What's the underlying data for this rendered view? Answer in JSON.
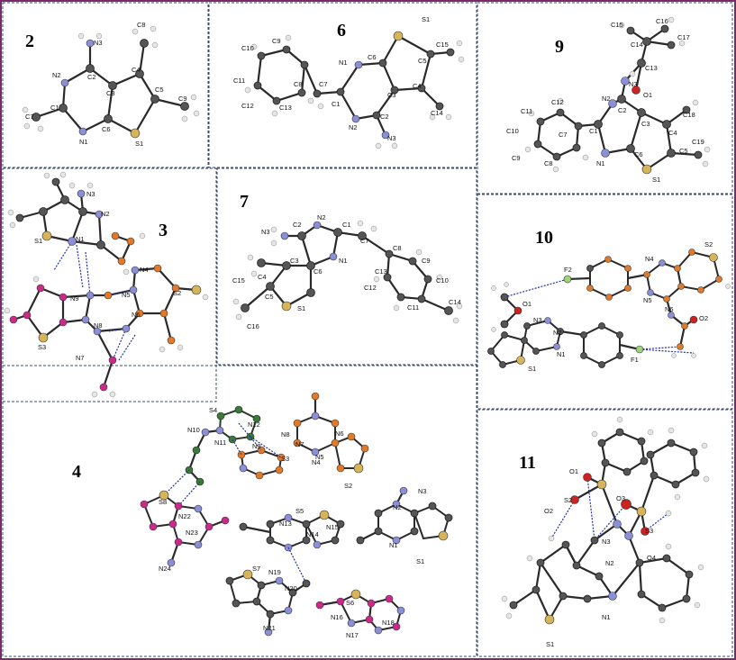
{
  "panels": {
    "p2": {
      "number": "2",
      "labels": [
        "N3",
        "C8",
        "N2",
        "C2",
        "C4",
        "C3",
        "C5",
        "C9",
        "C1",
        "C7",
        "C6",
        "N1",
        "S1"
      ]
    },
    "p6": {
      "number": "6",
      "labels": [
        "S1",
        "C10",
        "C9",
        "N1",
        "C6",
        "C15",
        "C5",
        "C11",
        "C8",
        "C7",
        "C1",
        "C3",
        "C4",
        "C12",
        "C13",
        "N2",
        "C2",
        "C14",
        "N3"
      ]
    },
    "p9": {
      "number": "9",
      "labels": [
        "C16",
        "C15",
        "C14",
        "C17",
        "C13",
        "N3",
        "O1",
        "C11",
        "C12",
        "N2",
        "C2",
        "C18",
        "C10",
        "C1",
        "C7",
        "C3",
        "C4",
        "C9",
        "C8",
        "N1",
        "C6",
        "C5",
        "C19",
        "S1"
      ]
    },
    "p3": {
      "number": "3",
      "labels": [
        "N3",
        "N2",
        "N1",
        "S1",
        "N4",
        "S2",
        "N9",
        "N5",
        "N8",
        "N6",
        "S3",
        "N7"
      ]
    },
    "p7": {
      "number": "7",
      "labels": [
        "N3",
        "N2",
        "C2",
        "C1",
        "C7",
        "C8",
        "C9",
        "C3",
        "N1",
        "C15",
        "C4",
        "C6",
        "C13",
        "C10",
        "C12",
        "C11",
        "C14",
        "C5",
        "S1",
        "C16"
      ]
    },
    "p10": {
      "number": "10",
      "labels": [
        "S2",
        "F2",
        "N4",
        "O1",
        "N5",
        "N6",
        "O2",
        "N3",
        "N2",
        "N1",
        "F1",
        "S1"
      ]
    },
    "p4": {
      "number": "4",
      "labels": [
        "S4",
        "N10",
        "N12",
        "N11",
        "N8",
        "N9",
        "N7",
        "N6",
        "S3",
        "N5",
        "N4",
        "S2",
        "S8",
        "N22",
        "N23",
        "N24",
        "S5",
        "N13",
        "N14",
        "N15",
        "N2",
        "N3",
        "N1",
        "S1",
        "S7",
        "N19",
        "N20",
        "N21",
        "S6",
        "N16",
        "N18",
        "N17"
      ]
    },
    "p11": {
      "number": "11",
      "labels": [
        "O1",
        "S2",
        "O2",
        "O3",
        "S3",
        "N3",
        "N2",
        "O4",
        "N1",
        "S1"
      ]
    }
  }
}
